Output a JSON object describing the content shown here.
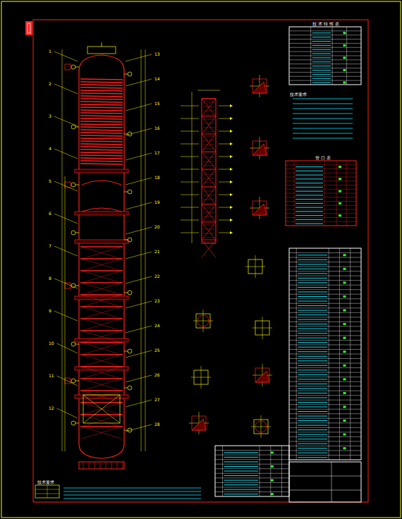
{
  "diagram": {
    "labels": [
      "技 术 特 性 表",
      "技术要求",
      "管 口 表",
      "技术要求",
      "1",
      "2",
      "3",
      "4",
      "5",
      "6",
      "7",
      "8",
      "9",
      "10",
      "11",
      "12",
      "13",
      "14",
      "15",
      "16",
      "17",
      "18",
      "19",
      "20",
      "21",
      "22",
      "23",
      "24",
      "25",
      "26",
      "27",
      "28"
    ]
  }
}
